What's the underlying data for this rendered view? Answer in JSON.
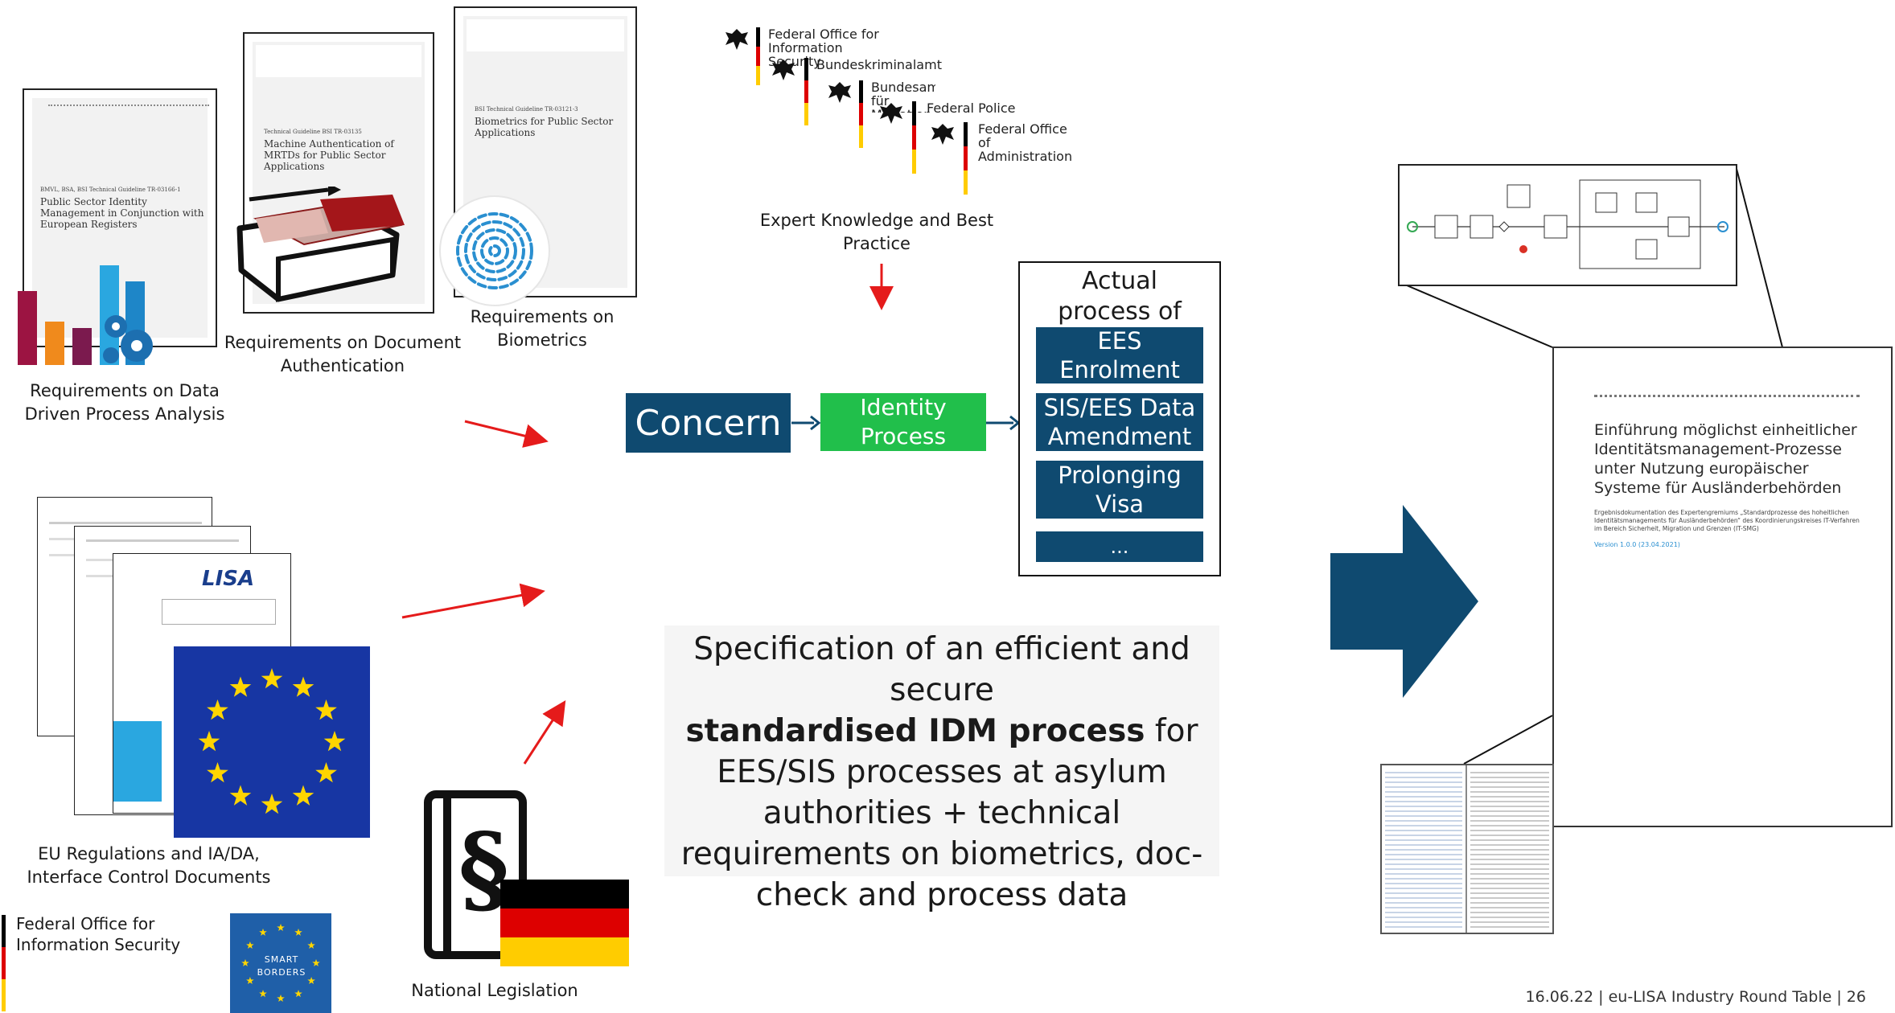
{
  "captions": {
    "data_driven": "Requirements on Data Driven Process Analysis",
    "doc_auth": "Requirements on Document Authentication",
    "biometrics": "Requirements on Biometrics",
    "expert": "Expert Knowledge and Best Practice",
    "eu_regulations": "EU Regulations and IA/DA, Interface Control Documents",
    "national": "National Legislation"
  },
  "documents": {
    "doc1_title": "Public Sector Identity Management in Conjunction with European Registers",
    "doc1_header": "BMVL, BSA, BSI Technical Guideline TR-03166-1",
    "doc2_header": "Technical Guideline BSI TR-03135",
    "doc2_title": "Machine Authentication of MRTDs for Public Sector Applications",
    "doc3_header": "BSI Technical Guideline TR-03121-3",
    "doc3_title": "Biometrics for Public Sector Applications"
  },
  "agencies": [
    "Federal Office for Information Security",
    "Bundeskriminalamt",
    "Bundesamt für Migration",
    "Federal Police",
    "Federal Office of Administration"
  ],
  "flow": {
    "concern": "Concern",
    "identity_process": "Identity Process",
    "actual_title": "Actual process of concern",
    "processes": [
      "EES Enrolment",
      "SIS/EES Data Amendment",
      "Prolonging Visa",
      "..."
    ]
  },
  "spec": {
    "before": "Specification of an efficient and secure",
    "bold": "standardised IDM process",
    "after_bold": "for",
    "rest": "EES/SIS processes at asylum authorities + technical requirements on biometrics, doc-check and process data"
  },
  "result_doc": {
    "title": "Einführung möglichst einheitlicher Identitätsmanagement-Prozesse unter Nutzung europäischer Systeme für Ausländerbehörden",
    "subtitle": "Ergebnisdokumentation des Expertengremiums „Standardprozesse des hoheitlichen Identitätsmanagements für Ausländerbehörden“ des Koordinierungskreises IT-Verfahren im Bereich Sicherheit, Migration und Grenzen (IT-SMG)",
    "version": "Version 1.0.0 (23.04.2021)"
  },
  "logos": {
    "bsi": "Federal Office for Information Security",
    "smart_borders": "SMART BORDERS",
    "lisa": "LISA"
  },
  "footer": "16.06.22 | eu-LISA Industry Round Table | 26",
  "colors": {
    "navy": "#0f4a70",
    "green": "#21bf4b",
    "red_arrow": "#e51b1b",
    "eu_blue": "#1736a3",
    "eu_star": "#ffd500"
  }
}
